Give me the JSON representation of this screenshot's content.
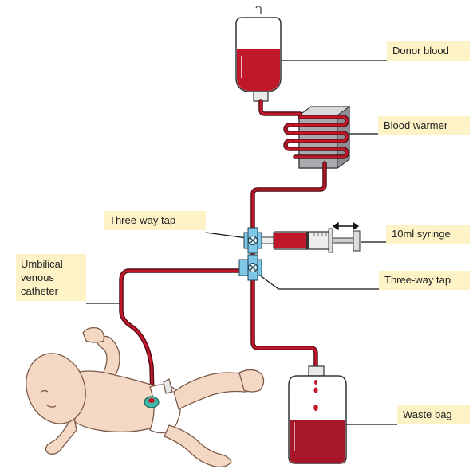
{
  "labels": {
    "donor_blood": "Donor blood",
    "blood_warmer": "Blood warmer",
    "three_way_tap_upper": "Three-way tap",
    "syringe": "10ml syringe",
    "umbilical_catheter": "Umbilical venous catheter",
    "three_way_tap_lower": "Three-way tap",
    "waste_bag": "Waste bag"
  },
  "colors": {
    "blood": "#c0182a",
    "tube_outline": "#4a0a10",
    "label_bg": "#fdf3c7",
    "tap": "#7cc8e6",
    "warmer_body": "#a9aaad",
    "skin": "#f5d8c4",
    "catheter_cap": "#3fb8a7"
  }
}
